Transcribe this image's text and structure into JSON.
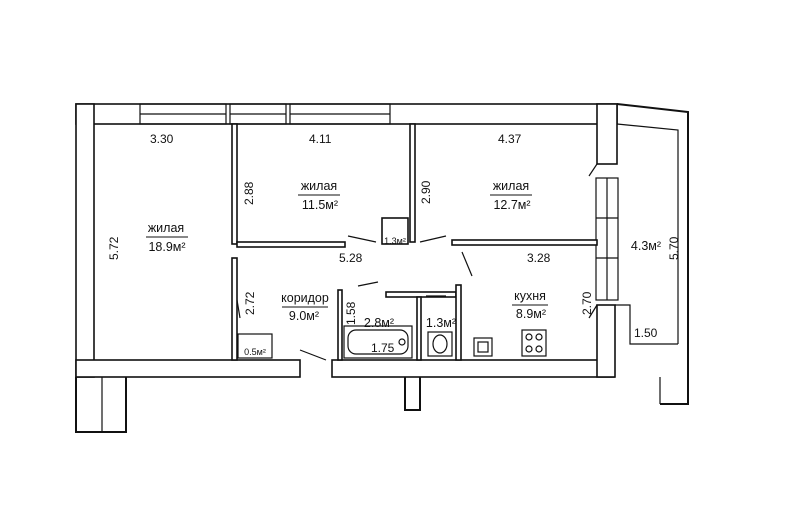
{
  "rooms": {
    "living1": {
      "name": "жилая",
      "area": "18.9м²"
    },
    "living2": {
      "name": "жилая",
      "area": "11.5м²"
    },
    "living3": {
      "name": "жилая",
      "area": "12.7м²"
    },
    "corridor": {
      "name": "коридор",
      "area": "9.0м²"
    },
    "kitchen": {
      "name": "кухня",
      "area": "8.9м²"
    },
    "bath": {
      "area": "2.8м²"
    },
    "wc": {
      "area": "1.3м²"
    },
    "closet": {
      "area": "1.3м²"
    },
    "balcony": {
      "area": "4.3м²"
    },
    "niche": {
      "area": "0.5м²"
    }
  },
  "dimensions": {
    "d330": "3.30",
    "d411": "4.11",
    "d437": "4.37",
    "d572": "5.72",
    "d288": "2.88",
    "d290": "2.90",
    "d528": "5.28",
    "d328": "3.28",
    "d272": "2.72",
    "d270": "2.70",
    "d158": "1.58",
    "d175": "1.75",
    "d570": "5.70",
    "d150": "1.50"
  }
}
